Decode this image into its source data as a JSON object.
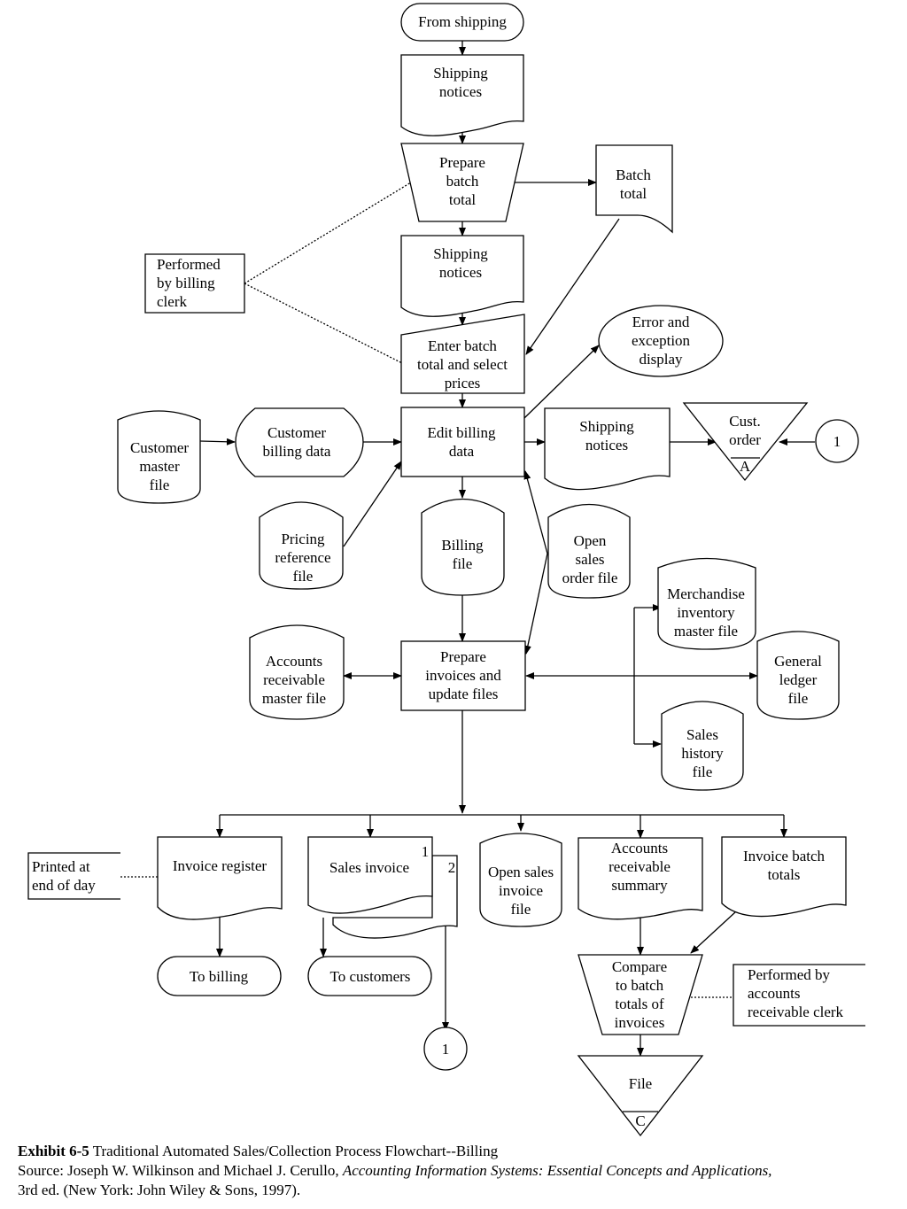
{
  "nodes": {
    "from_shipping": "From shipping",
    "shipping_notices_1": [
      "Shipping",
      "notices"
    ],
    "prepare_batch_total": [
      "Prepare",
      "batch",
      "total"
    ],
    "batch_total": [
      "Batch",
      "total"
    ],
    "shipping_notices_2": [
      "Shipping",
      "notices"
    ],
    "performed_by_billing_clerk": [
      "Performed",
      "by billing",
      "clerk"
    ],
    "enter_batch_total": [
      "Enter batch",
      "total and select",
      "prices"
    ],
    "error_exception_display": [
      "Error and",
      "exception",
      "display"
    ],
    "customer_master_file": [
      "Customer",
      "master",
      "file"
    ],
    "customer_billing_data": [
      "Customer",
      "billing data"
    ],
    "edit_billing_data": [
      "Edit billing",
      "data"
    ],
    "shipping_notices_3": [
      "Shipping",
      "notices"
    ],
    "cust_order": [
      "Cust.",
      "order"
    ],
    "cust_order_tag": "A",
    "connector_in": "1",
    "pricing_reference_file": [
      "Pricing",
      "reference",
      "file"
    ],
    "billing_file": [
      "Billing",
      "file"
    ],
    "open_sales_order_file": [
      "Open",
      "sales",
      "order file"
    ],
    "merchandise_inventory_master_file": [
      "Merchandise",
      "inventory",
      "master file"
    ],
    "accounts_receivable_master_file": [
      "Accounts",
      "receivable",
      "master file"
    ],
    "prepare_invoices": [
      "Prepare",
      "invoices and",
      "update files"
    ],
    "general_ledger_file": [
      "General",
      "ledger",
      "file"
    ],
    "sales_history_file": [
      "Sales",
      "history",
      "file"
    ],
    "printed_at_end_of_day": [
      "Printed at",
      "end of day"
    ],
    "invoice_register": "Invoice register",
    "sales_invoice": "Sales invoice",
    "sales_invoice_copy1": "1",
    "sales_invoice_copy2": "2",
    "open_sales_invoice_file": [
      "Open sales",
      "invoice",
      "file"
    ],
    "accounts_receivable_summary": [
      "Accounts",
      "receivable",
      "summary"
    ],
    "invoice_batch_totals": [
      "Invoice batch",
      "totals"
    ],
    "to_billing": "To billing",
    "to_customers": "To customers",
    "connector_out": "1",
    "compare_batch_totals": [
      "Compare",
      "to batch",
      "totals of",
      "invoices"
    ],
    "performed_by_ar_clerk": [
      "Performed by",
      "accounts",
      "receivable clerk"
    ],
    "file_final": "File",
    "file_final_tag": "C"
  },
  "caption": {
    "exhibit": "Exhibit 6-5",
    "title": " Traditional Automated Sales/Collection Process Flowchart--Billing",
    "source_prefix": "Source:  Joseph W. Wilkinson and Michael J. Cerullo, ",
    "source_book": "Accounting Information Systems:  Essential Concepts and Applications,",
    "source_pub": "3rd ed. (New York:  John Wiley & Sons, 1997)."
  }
}
